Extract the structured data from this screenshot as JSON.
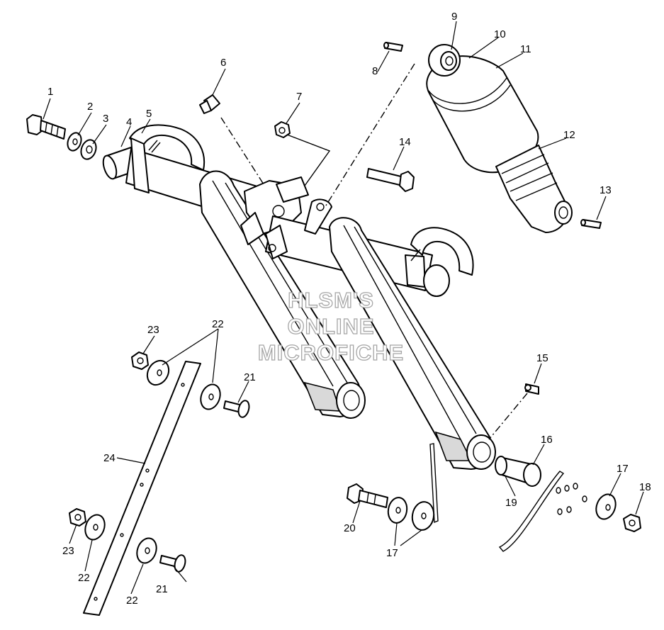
{
  "watermark": {
    "line1": "HLSM'S",
    "line2": "ONLINE",
    "line3": "MICROFICHE"
  },
  "callouts": {
    "c1": "1",
    "c2": "2",
    "c3": "3",
    "c4": "4",
    "c5": "5",
    "c6": "6",
    "c7": "7",
    "c8": "8",
    "c9": "9",
    "c10": "10",
    "c11": "11",
    "c12": "12",
    "c13": "13",
    "c14": "14",
    "c15": "15",
    "c16": "16",
    "c17a": "17",
    "c17b": "17",
    "c18": "18",
    "c19": "19",
    "c20": "20",
    "c21a": "21",
    "c21b": "21",
    "c22a": "22",
    "c22b": "22",
    "c22c": "22",
    "c23a": "23",
    "c23b": "23",
    "c24": "24"
  }
}
